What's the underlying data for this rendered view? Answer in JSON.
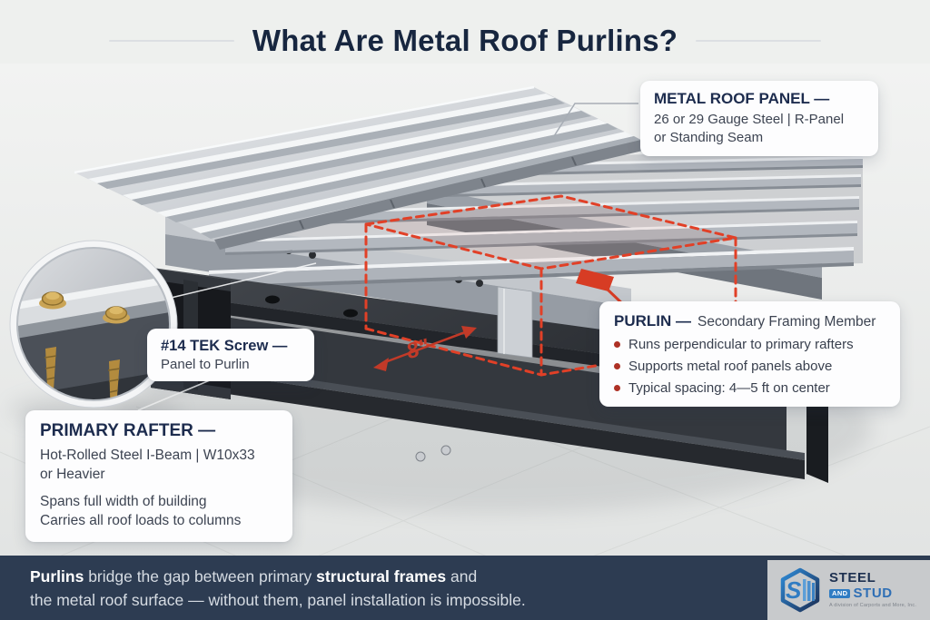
{
  "title": "What Are Metal Roof Purlins?",
  "callouts": {
    "metal_roof_panel": {
      "heading": "METAL ROOF PANEL —",
      "line1": "26 or 29 Gauge Steel | R-Panel",
      "line2": "or Standing Seam"
    },
    "tek_screw": {
      "heading": "#14 TEK Screw —",
      "line1": "Panel to Purlin"
    },
    "purlin": {
      "heading": "PURLIN —",
      "subtitle": "Secondary Framing Member",
      "bullets": [
        "Runs perpendicular to primary rafters",
        "Supports metal roof panels above",
        "Typical spacing: 4—5 ft on center"
      ]
    },
    "primary_rafter": {
      "heading": "PRIMARY RAFTER —",
      "line1": "Hot-Rolled Steel I-Beam | W10x33",
      "line2": "or Heavier",
      "line3": "Spans full width of building",
      "line4": "Carries all roof loads to columns"
    }
  },
  "diagram": {
    "dimension_label": "8\"",
    "highlight_color": "#e14027"
  },
  "footer": {
    "line1": [
      {
        "t": "Purlins",
        "b": true
      },
      {
        "t": " bridge the gap between primary ",
        "b": false
      },
      {
        "t": "structural frames",
        "b": true
      },
      {
        "t": " and",
        "b": false
      }
    ],
    "line2": "the metal roof surface — without them, panel installation is impossible."
  },
  "logo": {
    "steel": "STEEL",
    "and": "AND",
    "stud": "STUD",
    "tagline": "A division of Carports and More, Inc."
  },
  "colors": {
    "accent_red": "#cf3a27",
    "navy": "#17263f",
    "footer_bg": "#2d3c52",
    "logo_blue": "#2f7cc3"
  }
}
